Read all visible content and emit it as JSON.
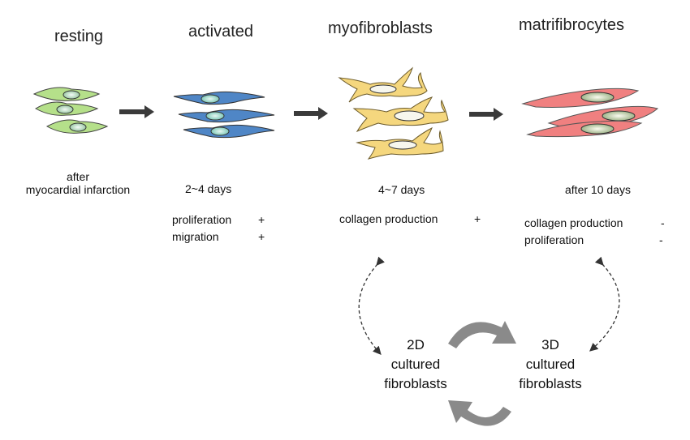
{
  "stages": [
    {
      "title": "resting"
    },
    {
      "title": "activated"
    },
    {
      "title": "myofibroblasts"
    },
    {
      "title": "matrifibrocytes"
    }
  ],
  "timing": {
    "resting": [
      "after",
      "myocardial infarction"
    ],
    "activated": "2~4 days",
    "myofibroblasts": "4~7 days",
    "matrifibrocytes": "after 10 days"
  },
  "properties": {
    "activated": [
      {
        "label": "proliferation",
        "sign": "+"
      },
      {
        "label": "migration",
        "sign": "+"
      }
    ],
    "myofibroblasts": [
      {
        "label": "collagen production",
        "sign": "+"
      }
    ],
    "matrifibrocytes": [
      {
        "label": "collagen production",
        "sign": "-"
      },
      {
        "label": "proliferation",
        "sign": "-"
      }
    ]
  },
  "culture": {
    "two_d": [
      "2D",
      "cultured",
      "fibroblasts"
    ],
    "three_d": [
      "3D",
      "cultured",
      "fibroblasts"
    ]
  },
  "colors": {
    "resting": "#b5e08a",
    "activated": "#4f86c6",
    "myofibroblasts": "#f5d77e",
    "matrifibrocytes": "#f08080",
    "nucleus": "#a8d8d0",
    "arrow": "#3a3a3a",
    "cycle_arrow": "#8a8a8a"
  },
  "icons": [
    "stage-arrow-icon",
    "dashed-double-arrow-icon",
    "curved-cycle-arrow-icon"
  ]
}
